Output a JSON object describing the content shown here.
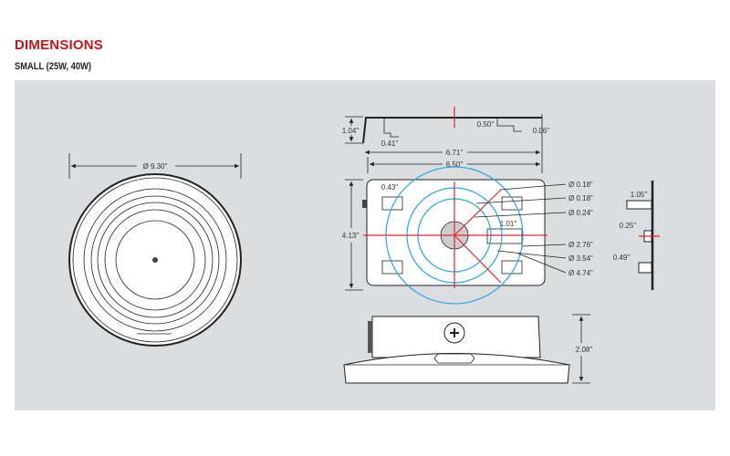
{
  "header": {
    "title": "DIMENSIONS",
    "subtitle": "SMALL (25W, 40W)"
  },
  "colors": {
    "accent": "#c4161c",
    "panel": "#dcdddf",
    "circle_lines": "#29a8e0",
    "center_lines": "#e0262b"
  },
  "top_view": {
    "diameter": "Ø 9.30\""
  },
  "bracket_profile": {
    "height": "1.04\"",
    "tab_offset": "0.41\"",
    "clip_height": "0.50\"",
    "thickness": "0.06\"",
    "overall_width": "6.71\"",
    "plate_width": "6.50\""
  },
  "mounting_plate": {
    "height": "4.13\"",
    "slot_offset": "0.43\"",
    "clip_width": "1.01\"",
    "callouts": [
      "Ø 0.18\"",
      "Ø 0.18\"",
      "Ø 0.24\"",
      "Ø 2.76\"",
      "Ø 3.54\"",
      "Ø 4.74\""
    ]
  },
  "side_bracket": {
    "dims": [
      "1.05\"",
      "0.25\"",
      "0.49\""
    ]
  },
  "side_view": {
    "height": "2.08\""
  }
}
